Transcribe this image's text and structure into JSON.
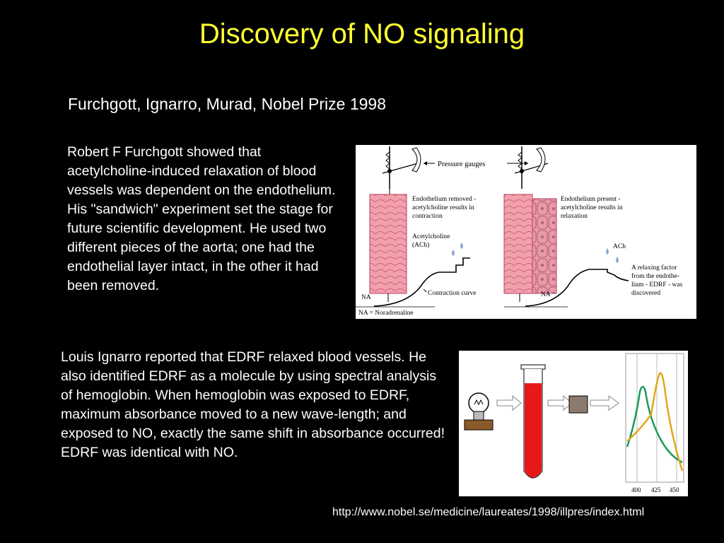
{
  "slide": {
    "title": "Discovery of NO signaling",
    "subtitle": "Furchgott, Ignarro, Murad, Nobel Prize 1998",
    "paragraph1": "Robert F Furchgott showed that acetylcholine-induced relaxation of blood vessels was dependent on the endothelium. His \"sandwich\" experiment set the stage for future scientific development. He used two different pieces of the aorta; one had the endothelial layer intact, in the other it had been removed.",
    "paragraph2": "Louis Ignarro reported that EDRF relaxed blood vessels. He also identified EDRF as a molecule by using spectral analysis of hemoglobin. When hemoglobin was exposed to EDRF, maximum absorbance moved to a new wave-length; and exposed to NO, exactly the same shift in absorbance occurred! EDRF was identical with NO.",
    "source_url": "http://www.nobel.se/medicine/laureates/1998/illpres/index.html"
  },
  "figure1": {
    "pressure_label": "Pressure gauges",
    "removed_line1": "Endothelium removed -",
    "removed_line2": "acetylcholine results in",
    "removed_line3": "contraction",
    "ach_left_line1": "Acetylcholine",
    "ach_left_line2": "(ACh)",
    "present_line1": "Endothelium present -",
    "present_line2": "acetylcholine results in",
    "present_line3": "relaxation",
    "ach_right": "ACh",
    "curve_label": "Contraction curve",
    "na_left": "NA",
    "na_right": "NA",
    "na_legend": "NA = Noradrenaline",
    "edrf_line1": "A relaxing factor",
    "edrf_line2": "from the endothe-",
    "edrf_line3": "lium - EDRF - was",
    "edrf_line4": "discovered",
    "colors": {
      "tissue": "#f2a0ac",
      "tissue_line": "#c0506a",
      "endothelium": "#e79aa8",
      "drop": "#8fa7d8"
    }
  },
  "figure2": {
    "ticks": [
      "400",
      "425",
      "450"
    ],
    "colors": {
      "blood": "#e81818",
      "green_curve": "#1a9a5a",
      "yellow_curve": "#e0a818",
      "filter": "#8a7a70",
      "base": "#8b5a2b"
    },
    "icons": [
      "light-bulb-icon",
      "test-tube-icon",
      "filter-icon",
      "arrow-icon"
    ]
  }
}
